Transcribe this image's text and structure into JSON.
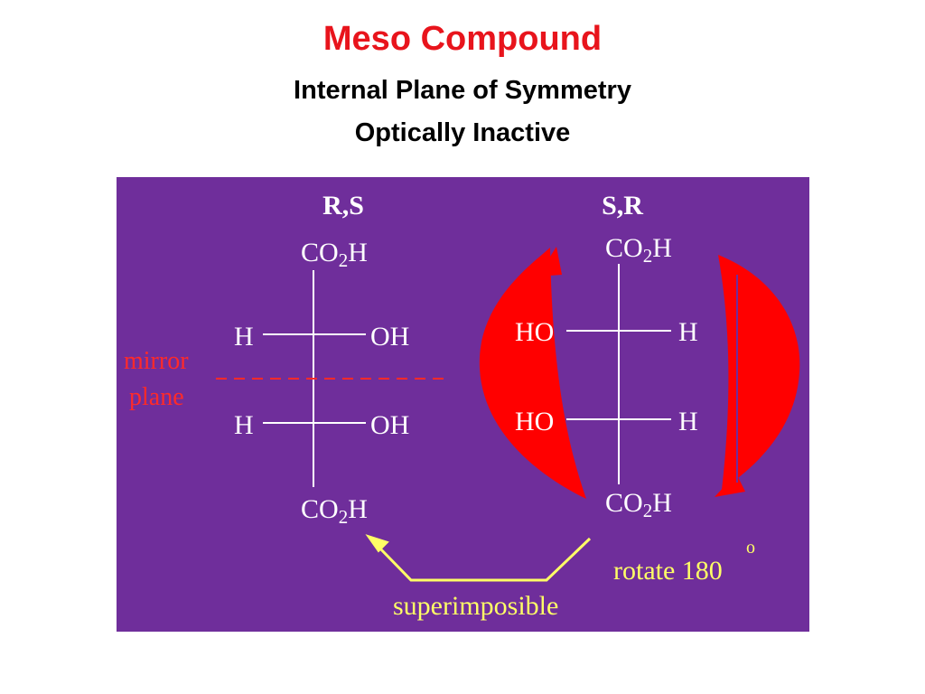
{
  "header": {
    "title": "Meso Compound",
    "subtitle_1": "Internal Plane of Symmetry",
    "subtitle_2": "Optically Inactive"
  },
  "diagram": {
    "left": {
      "heading": "R,S",
      "top_group": "CO",
      "top_sub": "2",
      "top_h": "H",
      "row1_left": "H",
      "row1_right": "OH",
      "row2_left": "H",
      "row2_right": "OH",
      "bottom_group": "CO",
      "bottom_sub": "2",
      "bottom_h": "H"
    },
    "right": {
      "heading": "S,R",
      "top_group": "CO",
      "top_sub": "2",
      "top_h": "H",
      "row1_left": "HO",
      "row1_right": "H",
      "row2_left": "HO",
      "row2_right": "H",
      "bottom_group": "CO",
      "bottom_sub": "2",
      "bottom_h": "H"
    },
    "mirror_label_1": "mirror",
    "mirror_label_2": "plane",
    "rotate_label": "rotate 180",
    "rotate_degree": "o",
    "superimposable_label": "superimposible"
  },
  "colors": {
    "title": "#e8141c",
    "panel": "#6f2e9b",
    "arrow_red": "#ff0000",
    "annotation_yellow": "#ffff66",
    "mirror_red": "#ff2a2a",
    "text_white": "#ffffff"
  },
  "icons": {
    "rotation_arrows": "curved-rotation-arrow-icon",
    "superimpose_arrow": "hook-arrow-icon"
  }
}
